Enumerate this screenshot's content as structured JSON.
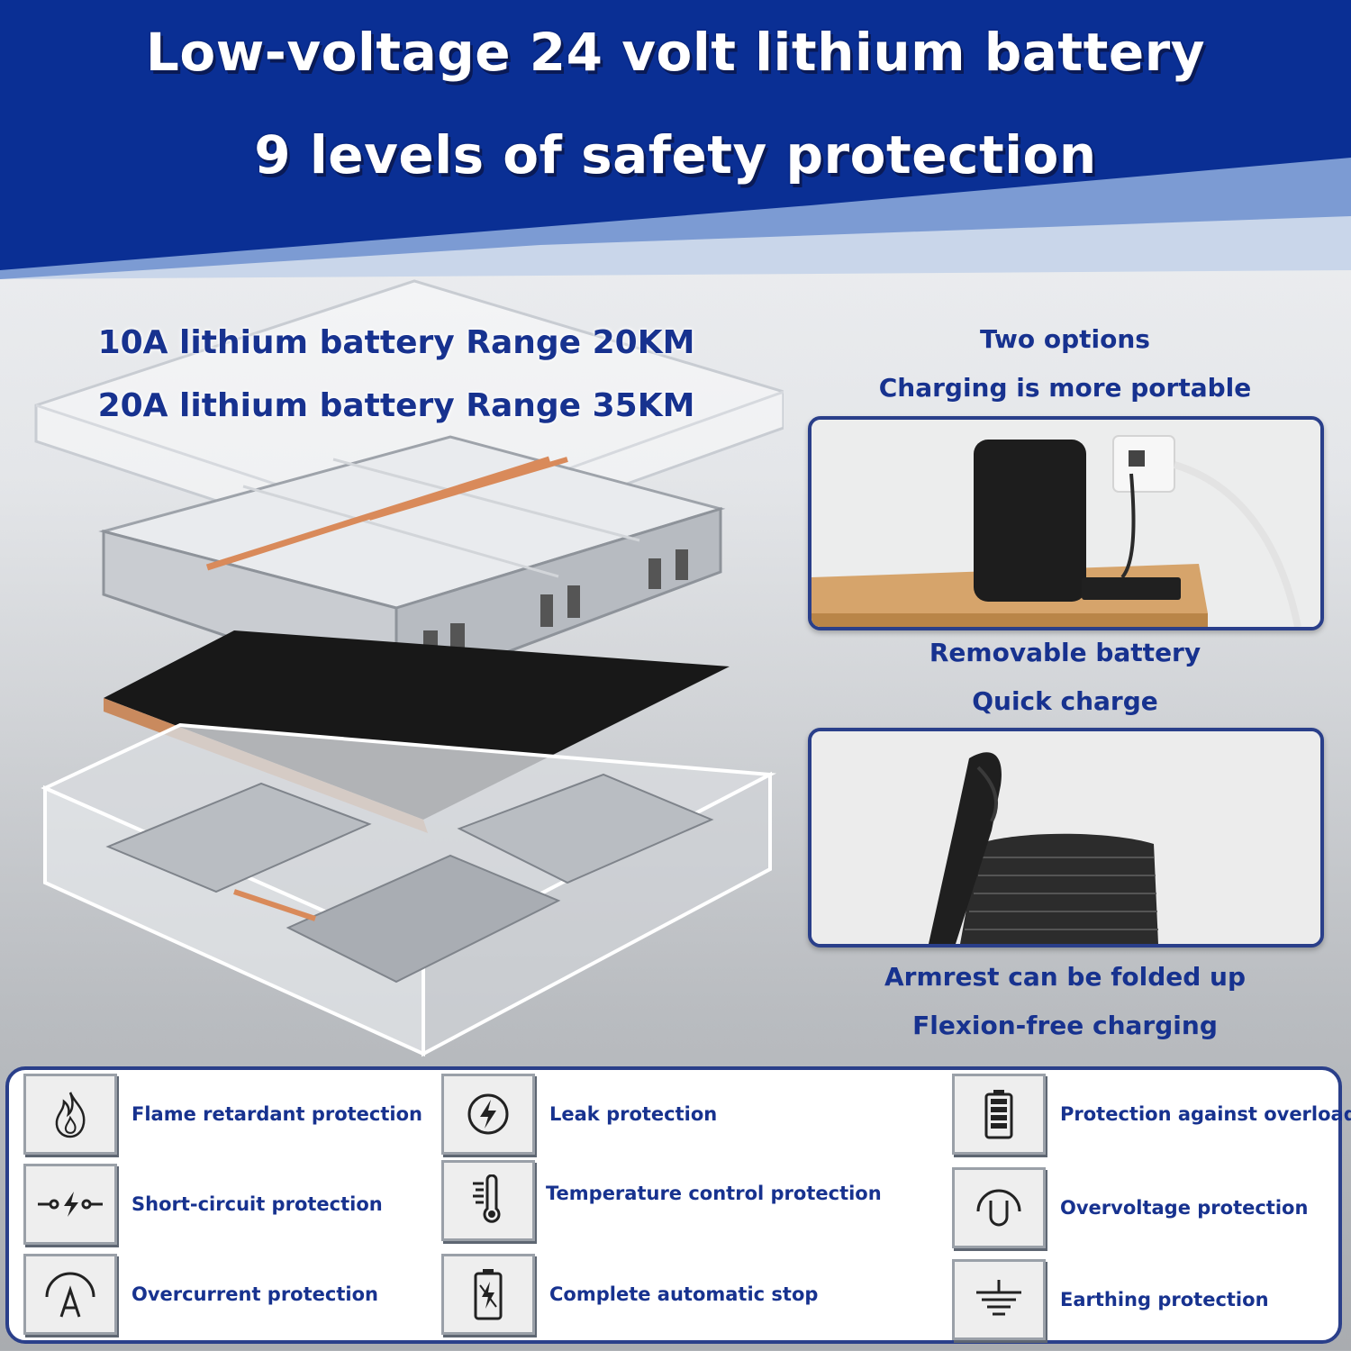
{
  "header": {
    "title_line1": "Low-voltage 24 volt lithium battery",
    "title_line2": "9 levels of safety protection"
  },
  "battery": {
    "range_10a": "10A lithium battery Range 20KM",
    "range_20a": "20A lithium battery Range 35KM"
  },
  "side": {
    "caption1_line1": "Two options",
    "caption1_line2": "Charging is more portable",
    "caption2_line1": "Removable battery",
    "caption2_line2": "Quick charge",
    "caption3_line1": "Armrest can be folded up",
    "caption3_line2": "Flexion-free charging"
  },
  "features": [
    {
      "label": "Flame retardant protection",
      "icon": "flame-icon"
    },
    {
      "label": "Leak protection",
      "icon": "lightning-circle-icon"
    },
    {
      "label": "Protection against overloads",
      "icon": "battery-level-icon"
    },
    {
      "label": "Short-circuit protection",
      "icon": "circuit-icon"
    },
    {
      "label": "Temperature control protection",
      "icon": "thermometer-icon"
    },
    {
      "label": "Overvoltage protection",
      "icon": "voltage-u-icon"
    },
    {
      "label": "Overcurrent protection",
      "icon": "ammeter-icon"
    },
    {
      "label": "Complete automatic stop",
      "icon": "battery-stop-icon"
    },
    {
      "label": "Earthing protection",
      "icon": "ground-icon"
    }
  ],
  "colors": {
    "brand_blue": "#17328f",
    "header_blue": "#08308f",
    "frame_blue": "#2a3f8a"
  }
}
